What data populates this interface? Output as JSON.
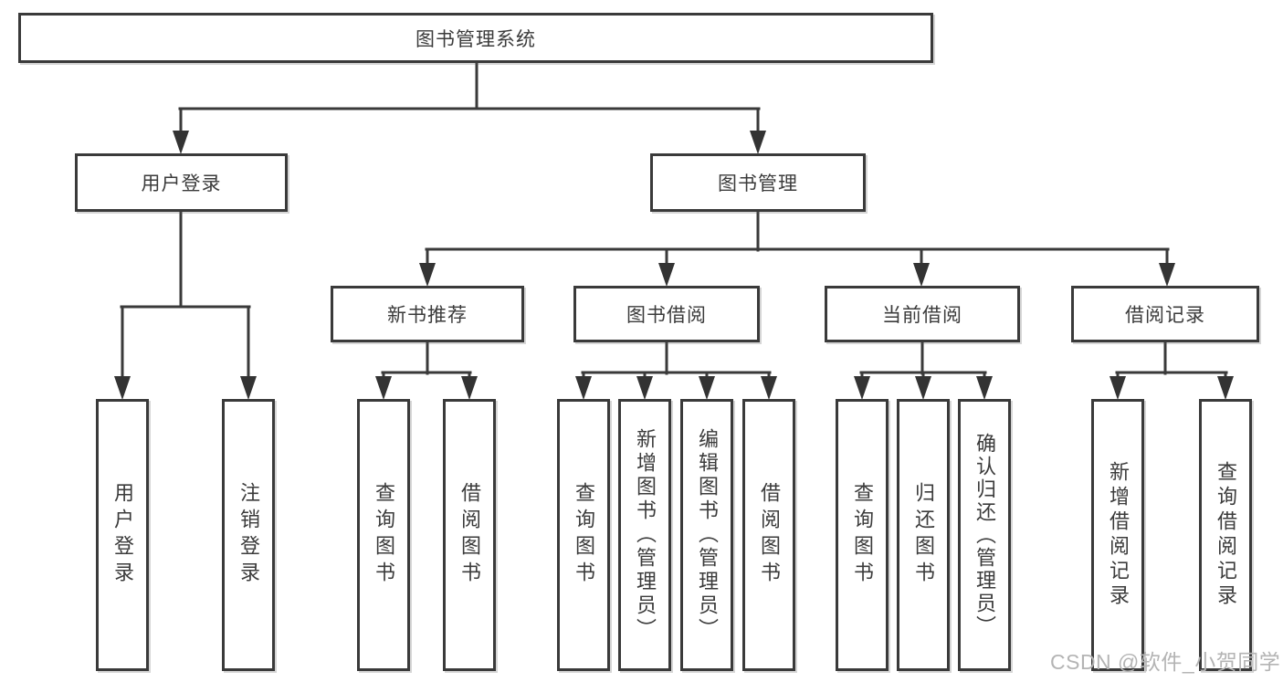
{
  "diagram": {
    "title": "图书管理系统",
    "watermark": "CSDN @软件_小贺同学",
    "colors": {
      "line": "#3a3a3a",
      "box_border": "#3a3a3a",
      "text": "#3b3b3b",
      "watermark": "#b4b4b4",
      "background": "#ffffff"
    },
    "nodes": {
      "root": "图书管理系统",
      "user_login": "用户登录",
      "book_mgmt": "图书管理",
      "new_book_rec": "新书推荐",
      "book_borrow": "图书借阅",
      "current_borrow": "当前借阅",
      "borrow_records": "借阅记录",
      "ul_user_login": "用户登录",
      "ul_logout": "注销登录",
      "nbr_query_books": "查询图书",
      "nbr_borrow_books": "借阅图书",
      "bb_query_books": "查询图书",
      "bb_add_books": "新增图书（管理员）",
      "bb_edit_books": "编辑图书（管理员）",
      "bb_borrow_books": "借阅图书",
      "cb_query_books": "查询图书",
      "cb_return_books": "归还图书",
      "cb_confirm_return": "确认归还（管理员）",
      "br_add_record": "新增借阅记录",
      "br_query_record": "查询借阅记录"
    },
    "structure": {
      "root": [
        "user_login",
        "book_mgmt"
      ],
      "user_login": [
        "ul_user_login",
        "ul_logout"
      ],
      "book_mgmt": [
        "new_book_rec",
        "book_borrow",
        "current_borrow",
        "borrow_records"
      ],
      "new_book_rec": [
        "nbr_query_books",
        "nbr_borrow_books"
      ],
      "book_borrow": [
        "bb_query_books",
        "bb_add_books",
        "bb_edit_books",
        "bb_borrow_books"
      ],
      "current_borrow": [
        "cb_query_books",
        "cb_return_books",
        "cb_confirm_return"
      ],
      "borrow_records": [
        "br_add_record",
        "br_query_record"
      ]
    }
  }
}
